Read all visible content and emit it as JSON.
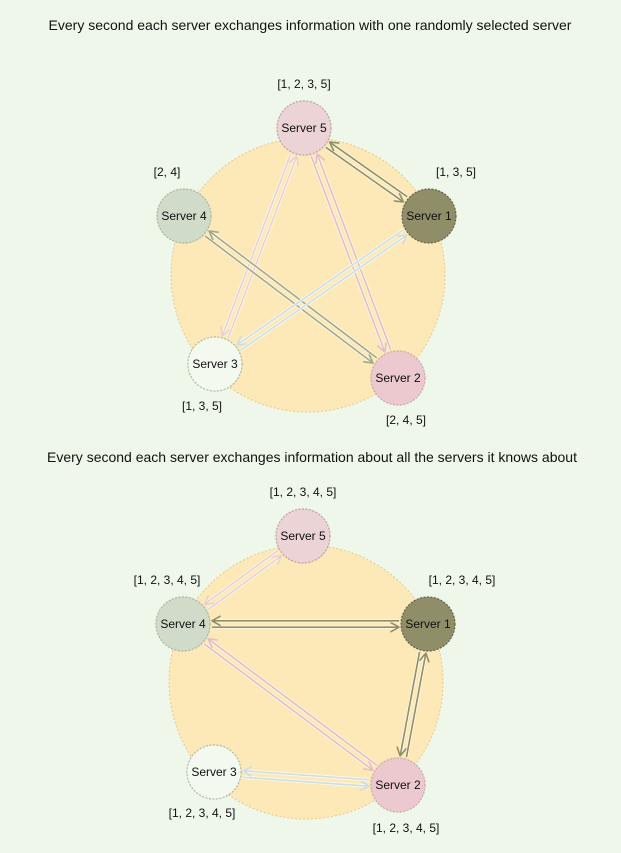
{
  "colors": {
    "background": "#eef7ea",
    "ring_fill": "#fde9b8",
    "ring_stroke": "#e8c98a"
  },
  "diagrams": [
    {
      "caption": "Every second each server exchanges information with one randomly selected server",
      "servers": [
        {
          "id": "5",
          "label": "Server 5",
          "known": "[1, 2, 3, 5]",
          "fill": "#ebd3d6",
          "stroke": "#b89aa0"
        },
        {
          "id": "1",
          "label": "Server 1",
          "known": "[1, 3, 5]",
          "fill": "#8f8e68",
          "stroke": "#5a5940"
        },
        {
          "id": "2",
          "label": "Server 2",
          "known": "[2, 4, 5]",
          "fill": "#ecc8cf",
          "stroke": "#c9a2ab"
        },
        {
          "id": "3",
          "label": "Server 3",
          "known": "[1, 3, 5]",
          "fill": "#f4f9ef",
          "stroke": "#a7b59e"
        },
        {
          "id": "4",
          "label": "Server 4",
          "known": "[2, 4]",
          "fill": "#d0dcc9",
          "stroke": "#a2b19a"
        }
      ],
      "exchanges": [
        {
          "a": "5",
          "b": "1",
          "color": "#8f8e68"
        },
        {
          "a": "5",
          "b": "3",
          "color": "#e8cfd4"
        },
        {
          "a": "5",
          "b": "2",
          "color": "#e3bcc5"
        },
        {
          "a": "4",
          "b": "2",
          "color": "#a3a88a"
        },
        {
          "a": "1",
          "b": "3",
          "color": "#c9dfe5"
        }
      ]
    },
    {
      "caption": "Every second each server exchanges information about all the servers it knows about",
      "servers": [
        {
          "id": "5",
          "label": "Server 5",
          "known": "[1, 2, 3, 4, 5]",
          "fill": "#ebd3d6",
          "stroke": "#b89aa0"
        },
        {
          "id": "1",
          "label": "Server 1",
          "known": "[1, 2, 3, 4, 5]",
          "fill": "#8f8e68",
          "stroke": "#5a5940"
        },
        {
          "id": "2",
          "label": "Server 2",
          "known": "[1, 2, 3, 4, 5]",
          "fill": "#ecc8cf",
          "stroke": "#c9a2ab"
        },
        {
          "id": "3",
          "label": "Server 3",
          "known": "[1, 2, 3, 4, 5]",
          "fill": "#f4f9ef",
          "stroke": "#a7b59e"
        },
        {
          "id": "4",
          "label": "Server 4",
          "known": "[1, 2, 3, 4, 5]",
          "fill": "#d0dcc9",
          "stroke": "#a2b19a"
        }
      ],
      "exchanges": [
        {
          "a": "4",
          "b": "5",
          "color": "#e8cfd4"
        },
        {
          "a": "4",
          "b": "1",
          "color": "#8f8e68"
        },
        {
          "a": "4",
          "b": "2",
          "color": "#e3bcc5"
        },
        {
          "a": "1",
          "b": "2",
          "color": "#8f8e68"
        },
        {
          "a": "3",
          "b": "2",
          "color": "#c9dfe5"
        }
      ]
    }
  ]
}
